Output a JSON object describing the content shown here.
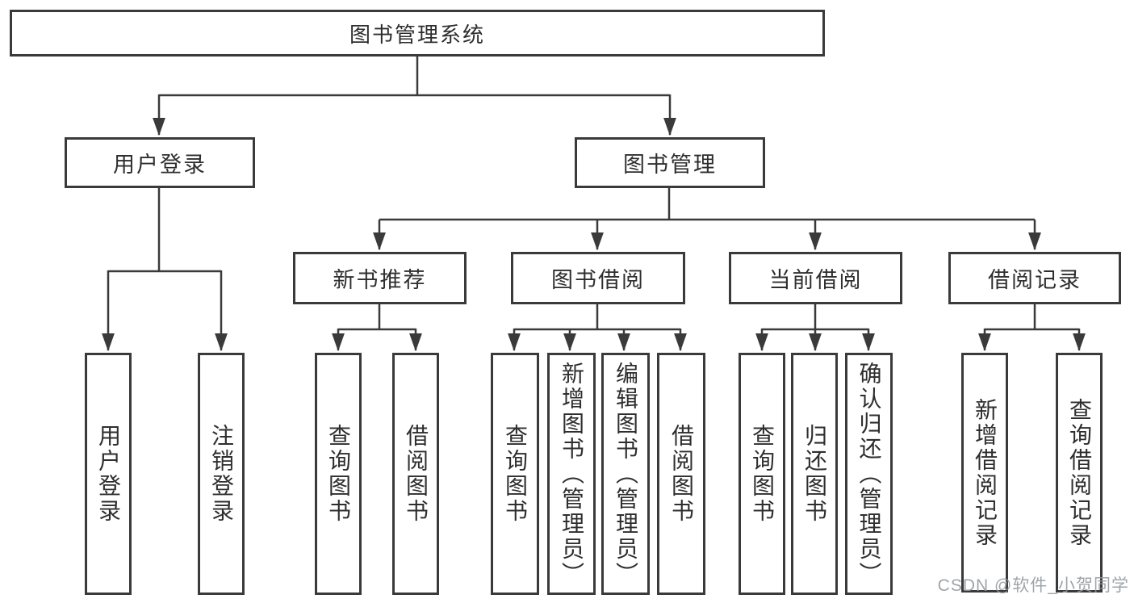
{
  "diagram": {
    "root": "图书管理系统",
    "l2": [
      "用户登录",
      "图书管理"
    ],
    "l3": [
      "新书推荐",
      "图书借阅",
      "当前借阅",
      "借阅记录"
    ],
    "l4": [
      "用户登录",
      "注销登录",
      "查询图书",
      "借阅图书",
      "查询图书",
      "新增图书（管理员）",
      "编辑图书（管理员）",
      "借阅图书",
      "查询图书",
      "归还图书",
      "确认归还（管理员）",
      "新增借阅记录",
      "查询借阅记录"
    ]
  },
  "colors": {
    "line": "#3a3a3a",
    "text": "#2e2e2e",
    "watermark": "#969a9e"
  },
  "watermark": "CSDN @软件_小贺同学"
}
